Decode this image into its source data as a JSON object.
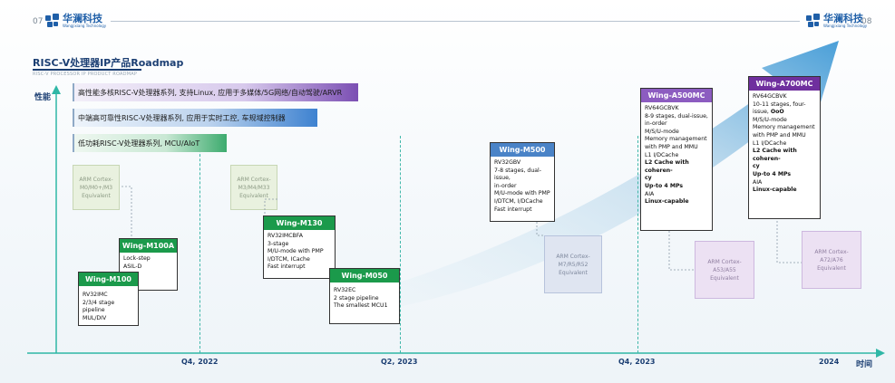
{
  "header": {
    "page_left": "07",
    "page_right": "08",
    "logo_cn": "华澜科技",
    "logo_en": "Wangjixiang Technology"
  },
  "section": {
    "title": "RISC-V处理器IP产品Roadmap",
    "subtitle": "RISC-V PROCESSOR IP PRODUCT ROADMAP"
  },
  "axes": {
    "y_label": "性能",
    "x_label": "时间"
  },
  "bands": [
    {
      "text": "高性能多核RISC-V处理器系列, 支持Linux, 应用于多媒体/5G网络/自动驾驶/ARVR"
    },
    {
      "text": "中端高可靠性RISC-V处理器系列, 应用于实时工控, 车规域控制器"
    },
    {
      "text": "低功耗RISC-V处理器系列, MCU/AIoT"
    }
  ],
  "ticks": [
    "Q4, 2022",
    "Q2, 2023",
    "Q4, 2023",
    "2024"
  ],
  "arm": [
    {
      "lines": [
        "ARM Cortex-",
        "M0/M0+/M3",
        "Equivalent"
      ]
    },
    {
      "lines": [
        "ARM Cortex-",
        "M3/M4/M33",
        "Equivalent"
      ]
    },
    {
      "lines": [
        "ARM Cortex-",
        "M7/R5/R52",
        "Equivalent"
      ]
    },
    {
      "lines": [
        "ARM Cortex-",
        "A53/A55",
        "Equivalent"
      ]
    },
    {
      "lines": [
        "ARM Cortex-",
        "A72/A76",
        "Equivalent"
      ]
    }
  ],
  "cards": {
    "m100a": {
      "title": "Wing-M100A",
      "lines": [
        "Lock-step",
        "ASIL-D"
      ]
    },
    "m100": {
      "title": "Wing-M100",
      "lines": [
        "RV32IMC",
        "2/3/4 stage pipeline",
        "MUL/DIV"
      ]
    },
    "m130": {
      "title": "Wing-M130",
      "lines": [
        "RV32IMCBFA",
        "3-stage",
        "M/U-mode with PMP",
        "I/DTCM, ICache",
        "Fast interrupt"
      ]
    },
    "m050": {
      "title": "Wing-M050",
      "lines": [
        "RV32EC",
        "2 stage pipeline",
        "The smallest MCU1"
      ]
    },
    "m500": {
      "title": "Wing-M500",
      "lines": [
        "RV32GBV",
        "7-8 stages, dual-issue,",
        "in-order",
        "M/U-mode with PMP",
        "I/DTCM, I/DCache",
        "Fast interrupt"
      ]
    },
    "a500": {
      "title": "Wing-A500MC",
      "lines": [
        "RV64GCBVK",
        "8-9 stages, dual-issue,",
        "in-order",
        "M/S/U-mode",
        "Memory management",
        "with PMP and MMU",
        "L1 I/DCache"
      ],
      "bold": [
        "L2 Cache with coheren-",
        "cy",
        "Up-to 4 MPs"
      ],
      "tail": [
        "AIA"
      ],
      "bold_tail": [
        "Linux-capable"
      ]
    },
    "a700": {
      "title": "Wing-A700MC",
      "lines": [
        "RV64GCBVK",
        "10-11 stages, four-",
        "issue,"
      ],
      "ooo": "OoO",
      "lines2": [
        "M/S/U-mode",
        "Memory management",
        "with PMP and MMU",
        "L1 I/DCache"
      ],
      "bold": [
        "L2 Cache with coheren-",
        "cy",
        "Up-to 4 MPs"
      ],
      "tail": [
        "AIA"
      ],
      "bold_tail": [
        "Linux-capable"
      ]
    }
  },
  "colors": {
    "axis": "#2fb7a6",
    "navy": "#1c3f73",
    "green": "#1b9a4b",
    "blue": "#4a83c7",
    "purple": "#8c5cc0"
  }
}
